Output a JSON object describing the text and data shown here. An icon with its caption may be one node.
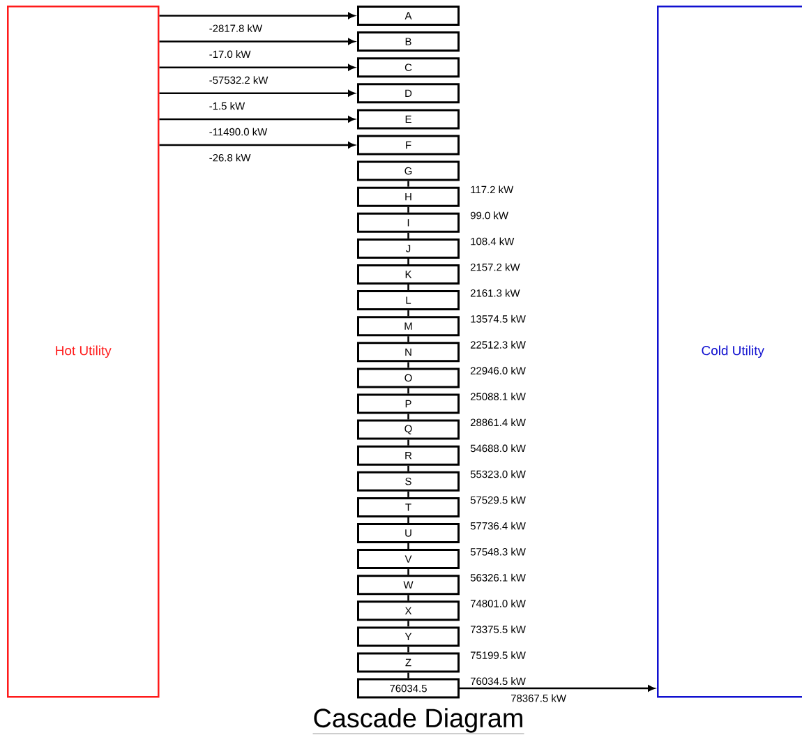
{
  "diagram": {
    "title": "Cascade Diagram",
    "nodes": [
      {
        "text": [
          "Hot Utility"
        ]
      },
      {
        "text": [
          "A"
        ]
      },
      {
        "text": [
          "B"
        ]
      },
      {
        "text": [
          "C"
        ]
      },
      {
        "text": [
          "D"
        ]
      },
      {
        "text": [
          "E"
        ]
      },
      {
        "text": [
          "F"
        ]
      },
      {
        "text": [
          "G"
        ]
      },
      {
        "text": [
          "H"
        ],
        "beside": [
          "117.2 kW"
        ]
      },
      {
        "text": [
          "I"
        ],
        "beside": [
          "99.0 kW"
        ]
      },
      {
        "text": [
          "J"
        ],
        "beside": [
          "108.4 kW"
        ]
      },
      {
        "text": [
          "K"
        ],
        "beside": [
          "2157.2 kW"
        ]
      },
      {
        "text": [
          "L"
        ],
        "beside": [
          "2161.3 kW"
        ]
      },
      {
        "text": [
          "M"
        ],
        "beside": [
          "13574.5 kW"
        ]
      },
      {
        "text": [
          "N"
        ],
        "beside": [
          "22512.3 kW"
        ]
      },
      {
        "text": [
          "O"
        ],
        "beside": [
          "22946.0 kW"
        ]
      },
      {
        "text": [
          "P"
        ],
        "beside": [
          "25088.1 kW"
        ]
      },
      {
        "text": [
          "Q"
        ],
        "beside": [
          "28861.4 kW"
        ]
      },
      {
        "text": [
          "R"
        ],
        "beside": [
          "54688.0 kW"
        ]
      },
      {
        "text": [
          "S"
        ],
        "beside": [
          "55323.0 kW"
        ]
      },
      {
        "text": [
          "T"
        ],
        "beside": [
          "57529.5 kW"
        ]
      },
      {
        "text": [
          "U"
        ],
        "beside": [
          "57736.4 kW"
        ]
      },
      {
        "text": [
          "V"
        ],
        "beside": [
          "57548.3 kW"
        ]
      },
      {
        "text": [
          "W"
        ],
        "beside": [
          "56326.1 kW"
        ]
      },
      {
        "text": [
          "X"
        ],
        "beside": [
          "74801.0 kW"
        ]
      },
      {
        "text": [
          "Y"
        ],
        "beside": [
          "73375.5 kW"
        ]
      },
      {
        "text": [
          "Z"
        ],
        "beside": [
          "75199.5 kW"
        ]
      },
      {
        "text": [
          "76034.5"
        ],
        "beside": [
          "76034.5 kW"
        ]
      },
      {
        "text": [
          "Cold Utility"
        ]
      }
    ],
    "edges": [
      {
        "from": 0,
        "to": 1,
        "arrow": "to",
        "label": "-2817.8 kW"
      },
      {
        "from": 0,
        "to": 2,
        "arrow": "to",
        "label": "-17.0 kW"
      },
      {
        "from": 0,
        "to": 3,
        "arrow": "to",
        "label": "-57532.2 kW"
      },
      {
        "from": 0,
        "to": 4,
        "arrow": "to",
        "label": "-1.5 kW"
      },
      {
        "from": 0,
        "to": 5,
        "arrow": "to",
        "label": "-11490.0 kW"
      },
      {
        "from": 0,
        "to": 6,
        "arrow": "to",
        "label": "-26.8 kW"
      },
      {
        "from": 7,
        "to": 8,
        "arrow": "none"
      },
      {
        "from": 8,
        "to": 9,
        "arrow": "none"
      },
      {
        "from": 9,
        "to": 10,
        "arrow": "none"
      },
      {
        "from": 10,
        "to": 11,
        "arrow": "none"
      },
      {
        "from": 11,
        "to": 12,
        "arrow": "none"
      },
      {
        "from": 12,
        "to": 13,
        "arrow": "none"
      },
      {
        "from": 13,
        "to": 14,
        "arrow": "none"
      },
      {
        "from": 14,
        "to": 15,
        "arrow": "none"
      },
      {
        "from": 15,
        "to": 16,
        "arrow": "none"
      },
      {
        "from": 16,
        "to": 17,
        "arrow": "none"
      },
      {
        "from": 17,
        "to": 18,
        "arrow": "none"
      },
      {
        "from": 18,
        "to": 19,
        "arrow": "none"
      },
      {
        "from": 19,
        "to": 20,
        "arrow": "none"
      },
      {
        "from": 20,
        "to": 21,
        "arrow": "none"
      },
      {
        "from": 21,
        "to": 22,
        "arrow": "none"
      },
      {
        "from": 22,
        "to": 23,
        "arrow": "none"
      },
      {
        "from": 23,
        "to": 24,
        "arrow": "none"
      },
      {
        "from": 24,
        "to": 25,
        "arrow": "none"
      },
      {
        "from": 25,
        "to": 26,
        "arrow": "none"
      },
      {
        "from": 26,
        "to": 27,
        "arrow": "none"
      },
      {
        "from": 27,
        "to": 28,
        "arrow": "to",
        "label": "78367.5 kW"
      }
    ]
  }
}
